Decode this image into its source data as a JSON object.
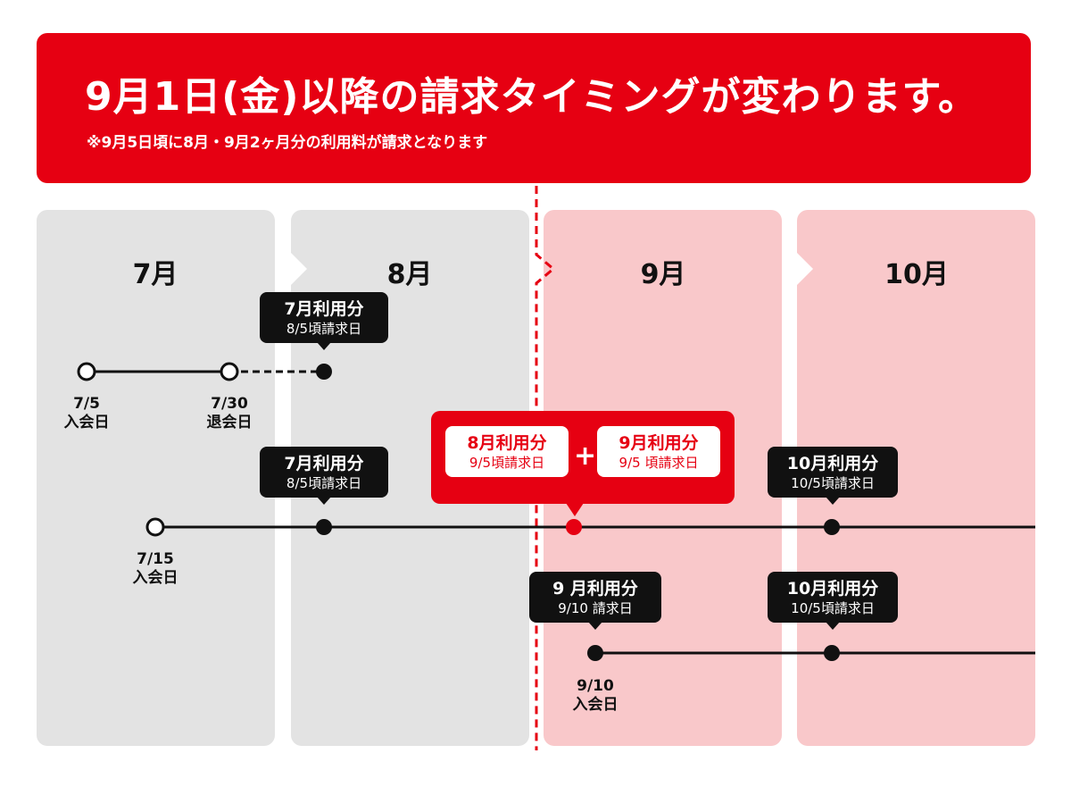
{
  "header": {
    "title": "9月1日(金)以降の請求タイミングが変わります。",
    "subtitle": "※9月5日頃に8月・9月2ヶ月分の利用料が請求となります"
  },
  "months": [
    "7月",
    "8月",
    "9月",
    "10月"
  ],
  "row1": {
    "join": "7/5\n入会日",
    "leave": "7/30\n退会日",
    "callout": {
      "title": "7月利用分",
      "date": "8/5頃請求日"
    }
  },
  "row2": {
    "join": "7/15\n入会日",
    "callout_jul": {
      "title": "7月利用分",
      "date": "8/5頃請求日"
    },
    "callout_aug": {
      "title": "8月利用分",
      "date": "9/5頃請求日"
    },
    "callout_sep": {
      "title": "9月利用分",
      "date": "9/5 頃請求日"
    },
    "callout_oct": {
      "title": "10月利用分",
      "date": "10/5頃請求日"
    },
    "plus": "+"
  },
  "row3": {
    "join": "9/10\n入会日",
    "callout_sep": {
      "title": "9 月利用分",
      "date": "9/10 請求日"
    },
    "callout_oct": {
      "title": "10月利用分",
      "date": "10/5頃請求日"
    }
  },
  "colors": {
    "accent": "#e60012",
    "gray_column": "#e3e3e3",
    "pink_column": "#f9c8ca",
    "dark": "#111111"
  }
}
